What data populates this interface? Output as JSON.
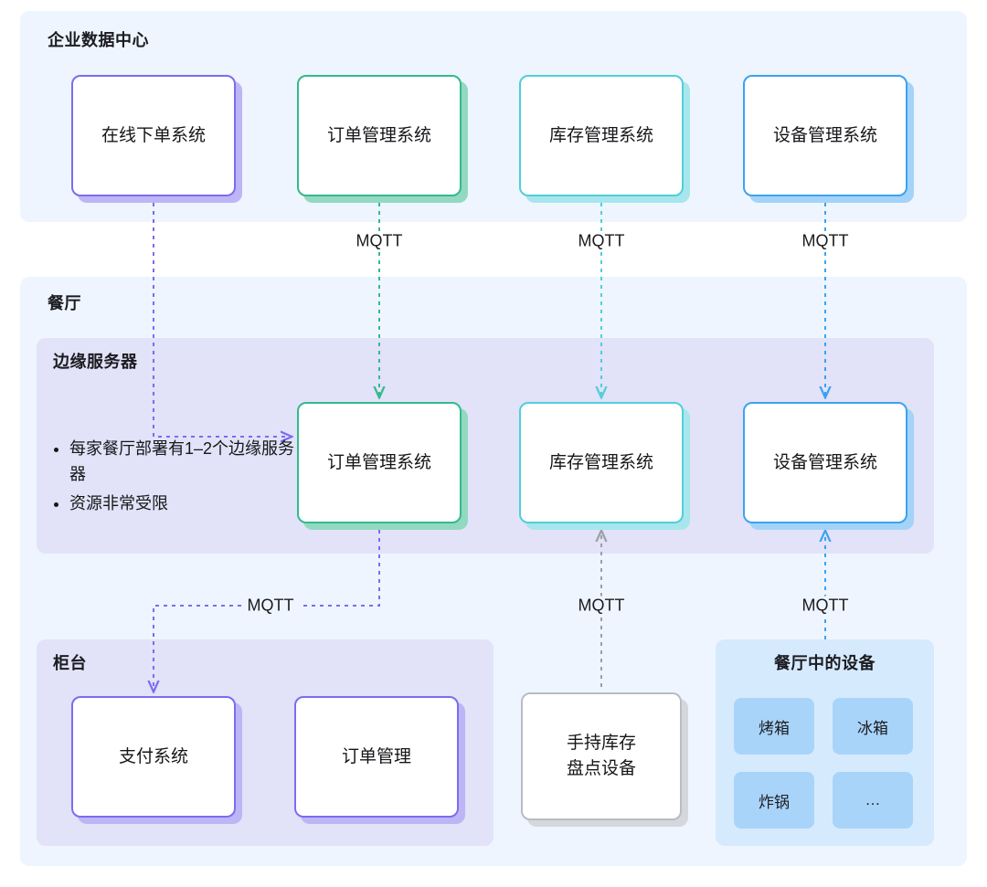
{
  "panels": {
    "datacenter": {
      "title": "企业数据中心"
    },
    "restaurant": {
      "title": "餐厅"
    },
    "edge": {
      "title": "边缘服务器"
    },
    "counter": {
      "title": "柜台"
    },
    "devices": {
      "title": "餐厅中的设备"
    }
  },
  "datacenter_cards": [
    {
      "label": "在线下单系统",
      "color": "#7b6cf0"
    },
    {
      "label": "订单管理系统",
      "color": "#35b98d"
    },
    {
      "label": "库存管理系统",
      "color": "#4fcfdb"
    },
    {
      "label": "设备管理系统",
      "color": "#3ba3f0"
    }
  ],
  "edge_cards": [
    {
      "label": "订单管理系统",
      "color": "#35b98d"
    },
    {
      "label": "库存管理系统",
      "color": "#4fcfdb"
    },
    {
      "label": "设备管理系统",
      "color": "#3ba3f0"
    }
  ],
  "edge_notes": [
    "每家餐厅部署有1–2个边缘服务器",
    "资源非常受限"
  ],
  "counter_cards": [
    {
      "label": "支付系统",
      "color": "#7b6cf0"
    },
    {
      "label": "订单管理",
      "color": "#7b6cf0"
    }
  ],
  "handheld_card": {
    "label": "手持库存\n盘点设备",
    "line1": "手持库存",
    "line2": "盘点设备",
    "color": "#b9bcc2"
  },
  "device_chips": [
    {
      "label": "烤箱"
    },
    {
      "label": "冰箱"
    },
    {
      "label": "炸锅"
    },
    {
      "label": "…"
    }
  ],
  "connectors": [
    {
      "id": "online-to-edge-order",
      "label": "",
      "color": "#7b6cf0"
    },
    {
      "id": "dc-order-to-edge",
      "label": "MQTT",
      "color": "#35b98d"
    },
    {
      "id": "dc-inventory-to-edge",
      "label": "MQTT",
      "color": "#4fcfdb"
    },
    {
      "id": "dc-device-to-edge",
      "label": "MQTT",
      "color": "#3ba3f0"
    },
    {
      "id": "edge-order-to-pos",
      "label": "MQTT",
      "color": "#7b6cf0"
    },
    {
      "id": "handheld-to-edge-inv",
      "label": "MQTT",
      "color": "#9aa0a6"
    },
    {
      "id": "devices-to-edge-dev",
      "label": "MQTT",
      "color": "#3ba3f0"
    }
  ],
  "colors": {
    "panel_blue": "#eef5fe",
    "panel_purple": "#e2e2f8",
    "panel_devices": "#d6eafd",
    "chip": "#a8d4fa",
    "card_bg": "#ffffff",
    "text": "#16161a"
  }
}
